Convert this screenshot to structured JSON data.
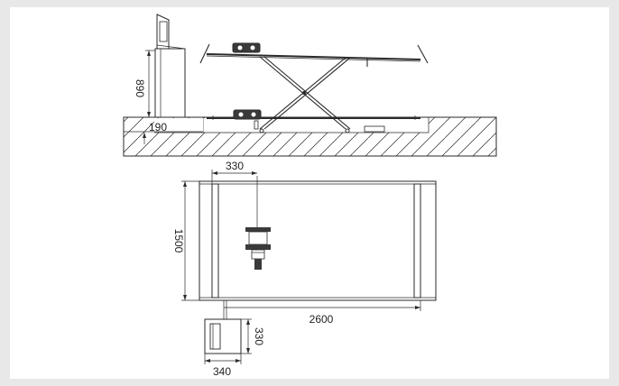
{
  "colors": {
    "background": "#e8e8e8",
    "frame": "#ffffff",
    "line": "#2a2a2a",
    "ground_fill": "#f2f2f2",
    "dark_fill": "#3a3a3a"
  },
  "dimensions": {
    "column_height": "890",
    "column_width_side": "190",
    "plan_offset": "330",
    "plan_width": "1500",
    "plan_length": "2600",
    "unit_depth": "330",
    "unit_width": "340"
  }
}
